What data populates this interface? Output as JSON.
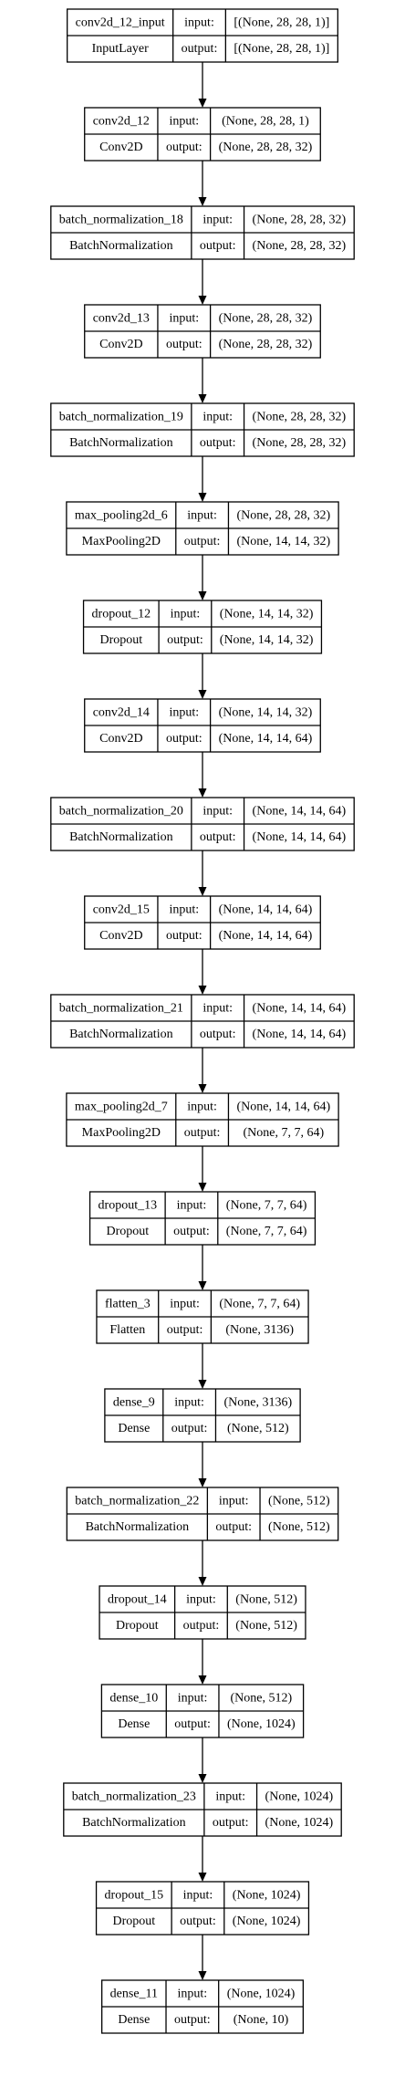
{
  "layers": [
    {
      "name": "conv2d_12_input",
      "type": "InputLayer",
      "input": "[(None, 28, 28, 1)]",
      "output": "[(None, 28, 28, 1)]"
    },
    {
      "name": "conv2d_12",
      "type": "Conv2D",
      "input": "(None, 28, 28, 1)",
      "output": "(None, 28, 28, 32)"
    },
    {
      "name": "batch_normalization_18",
      "type": "BatchNormalization",
      "input": "(None, 28, 28, 32)",
      "output": "(None, 28, 28, 32)"
    },
    {
      "name": "conv2d_13",
      "type": "Conv2D",
      "input": "(None, 28, 28, 32)",
      "output": "(None, 28, 28, 32)"
    },
    {
      "name": "batch_normalization_19",
      "type": "BatchNormalization",
      "input": "(None, 28, 28, 32)",
      "output": "(None, 28, 28, 32)"
    },
    {
      "name": "max_pooling2d_6",
      "type": "MaxPooling2D",
      "input": "(None, 28, 28, 32)",
      "output": "(None, 14, 14, 32)"
    },
    {
      "name": "dropout_12",
      "type": "Dropout",
      "input": "(None, 14, 14, 32)",
      "output": "(None, 14, 14, 32)"
    },
    {
      "name": "conv2d_14",
      "type": "Conv2D",
      "input": "(None, 14, 14, 32)",
      "output": "(None, 14, 14, 64)"
    },
    {
      "name": "batch_normalization_20",
      "type": "BatchNormalization",
      "input": "(None, 14, 14, 64)",
      "output": "(None, 14, 14, 64)"
    },
    {
      "name": "conv2d_15",
      "type": "Conv2D",
      "input": "(None, 14, 14, 64)",
      "output": "(None, 14, 14, 64)"
    },
    {
      "name": "batch_normalization_21",
      "type": "BatchNormalization",
      "input": "(None, 14, 14, 64)",
      "output": "(None, 14, 14, 64)"
    },
    {
      "name": "max_pooling2d_7",
      "type": "MaxPooling2D",
      "input": "(None, 14, 14, 64)",
      "output": "(None, 7, 7, 64)"
    },
    {
      "name": "dropout_13",
      "type": "Dropout",
      "input": "(None, 7, 7, 64)",
      "output": "(None, 7, 7, 64)"
    },
    {
      "name": "flatten_3",
      "type": "Flatten",
      "input": "(None, 7, 7, 64)",
      "output": "(None, 3136)"
    },
    {
      "name": "dense_9",
      "type": "Dense",
      "input": "(None, 3136)",
      "output": "(None, 512)"
    },
    {
      "name": "batch_normalization_22",
      "type": "BatchNormalization",
      "input": "(None, 512)",
      "output": "(None, 512)"
    },
    {
      "name": "dropout_14",
      "type": "Dropout",
      "input": "(None, 512)",
      "output": "(None, 512)"
    },
    {
      "name": "dense_10",
      "type": "Dense",
      "input": "(None, 512)",
      "output": "(None, 1024)"
    },
    {
      "name": "batch_normalization_23",
      "type": "BatchNormalization",
      "input": "(None, 1024)",
      "output": "(None, 1024)"
    },
    {
      "name": "dropout_15",
      "type": "Dropout",
      "input": "(None, 1024)",
      "output": "(None, 1024)"
    },
    {
      "name": "dense_11",
      "type": "Dense",
      "input": "(None, 1024)",
      "output": "(None, 10)"
    }
  ],
  "labels": {
    "input": "input:",
    "output": "output:"
  }
}
